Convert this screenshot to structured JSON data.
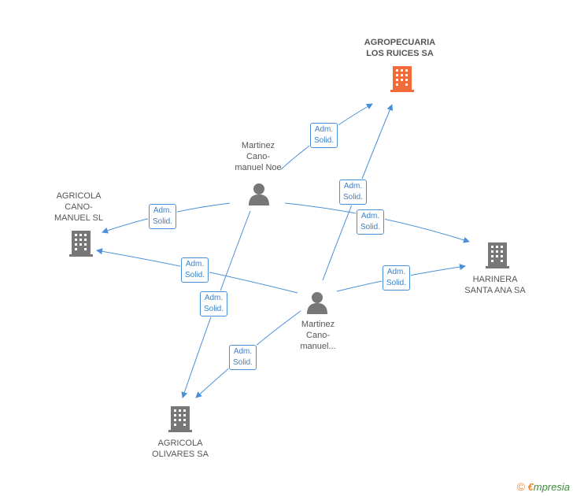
{
  "companies": {
    "agropecuaria": {
      "line1": "AGROPECUARIA",
      "line2": "LOS RUICES SA",
      "color": "#f26b3a"
    },
    "agricola_cano": {
      "line1": "AGRICOLA",
      "line2": "CANO-",
      "line3": "MANUEL SL",
      "color": "#777777"
    },
    "harinera": {
      "line1": "HARINERA",
      "line2": "SANTA ANA SA",
      "color": "#777777"
    },
    "agricola_olivares": {
      "line1": "AGRICOLA",
      "line2": "OLIVARES SA",
      "color": "#777777"
    }
  },
  "persons": {
    "noe": {
      "line1": "Martinez",
      "line2": "Cano-",
      "line3": "manuel Noe"
    },
    "other": {
      "line1": "Martinez",
      "line2": "Cano-",
      "line3": "manuel..."
    }
  },
  "edge_label": {
    "line1": "Adm.",
    "line2": "Solid."
  },
  "footer": {
    "copyright": "©",
    "brand_e": "€",
    "brand": "mpresia"
  },
  "colors": {
    "edge": "#4a90d9",
    "person_icon": "#777777"
  }
}
